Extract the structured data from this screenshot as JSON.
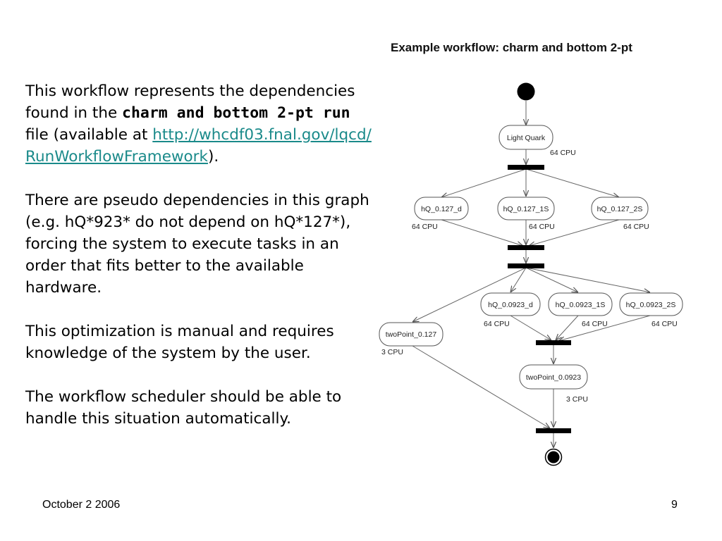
{
  "slide": {
    "paragraph1": {
      "before": "This workflow represents the dependencies found in the ",
      "bold": "charm and bottom 2-pt run",
      "after": " file (available at ",
      "link": "http://whcdf03.fnal.gov/lqcd/RunWorkflowFramework",
      "end": ")."
    },
    "paragraph2": "There are pseudo dependencies in this graph (e.g. hQ*923* do not depend on hQ*127*), forcing the system to execute tasks in an order that fits better to the available hardware.",
    "paragraph3": "This optimization is manual and requires knowledge of the system by the user.",
    "paragraph4": "The workflow scheduler should be able to handle this situation automatically.",
    "footer_date": "October 2 2006",
    "page_number": "9"
  },
  "diagram": {
    "title": "Example workflow: charm and bottom 2-pt",
    "nodes": {
      "light_quark": {
        "label": "Light Quark",
        "cpu": "64 CPU"
      },
      "hq127d": {
        "label": "hQ_0.127_d",
        "cpu": "64 CPU"
      },
      "hq1271s": {
        "label": "hQ_0.127_1S",
        "cpu": "64 CPU"
      },
      "hq1272s": {
        "label": "hQ_0.127_2S",
        "cpu": "64 CPU"
      },
      "hq0923d": {
        "label": "hQ_0.0923_d",
        "cpu": "64 CPU"
      },
      "hq09231s": {
        "label": "hQ_0.0923_1S",
        "cpu": "64 CPU"
      },
      "hq09232s": {
        "label": "hQ_0.0923_2S",
        "cpu": "64 CPU"
      },
      "twopoint127": {
        "label": "twoPoint_0.127",
        "cpu": "3 CPU"
      },
      "twopoint0923": {
        "label": "twoPoint_0.0923",
        "cpu": "3 CPU"
      }
    }
  }
}
